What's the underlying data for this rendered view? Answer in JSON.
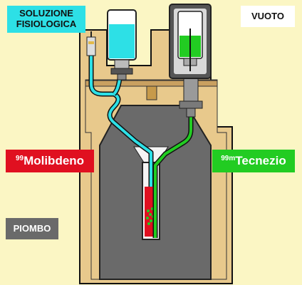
{
  "labels": {
    "solution": "SOLUZIONE FISIOLOGICA",
    "vacuum": "VUOTO",
    "molybdenum_mass": "99",
    "molybdenum": "Molibdeno",
    "technetium_mass": "99m",
    "technetium": "Tecnezio",
    "lead": "PIOMBO"
  },
  "colors": {
    "background": "#fbf6c4",
    "housing": "#e8c98c",
    "lead": "#6a6a6a",
    "saline": "#2de0e6",
    "technetium_green": "#22cc22",
    "molybdenum_red": "#e01020"
  }
}
